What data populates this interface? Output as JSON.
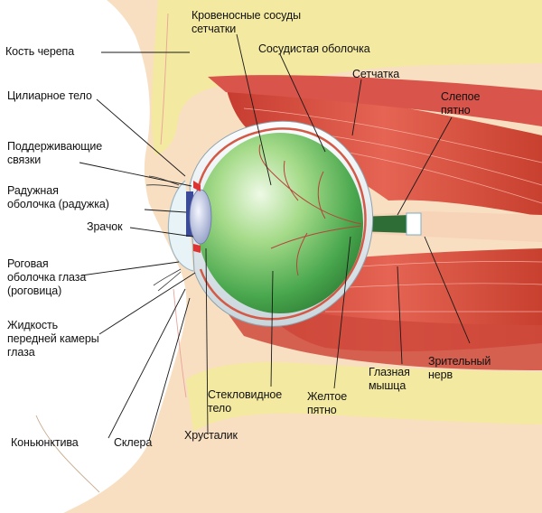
{
  "labels": {
    "skull_bone": "Кость черепа",
    "retina_vessels": "Кровеносные сосуды\nсетчатки",
    "choroid": "Сосудистая оболочка",
    "retina": "Сетчатка",
    "blind_spot": "Слепое\nпятно",
    "ciliary_body": "Цилиарное тело",
    "suspensory_ligaments": "Поддерживающие\nсвязки",
    "iris": "Радужная\nоболочка (радужка)",
    "pupil": "Зрачок",
    "cornea": "Роговая\nоболочка глаза\n(роговица)",
    "aqueous_humor": "Жидкость\nпередней камеры\nглаза",
    "vitreous_body": "Стекловидное\nтело",
    "macula": "Желтое\nпятно",
    "eye_muscle": "Глазная\nмышца",
    "optic_nerve": "Зрительный\nнерв",
    "conjunctiva": "Коньюнктива",
    "sclera": "Склера",
    "lens": "Хрусталик"
  },
  "colors": {
    "skin": "#f8dfc2",
    "bone": "#f3e9a0",
    "muscle": "#e05a4a",
    "eyeball": "#4aa84e",
    "sclera": "#e4ecef",
    "nerve": "#2f6d36"
  }
}
